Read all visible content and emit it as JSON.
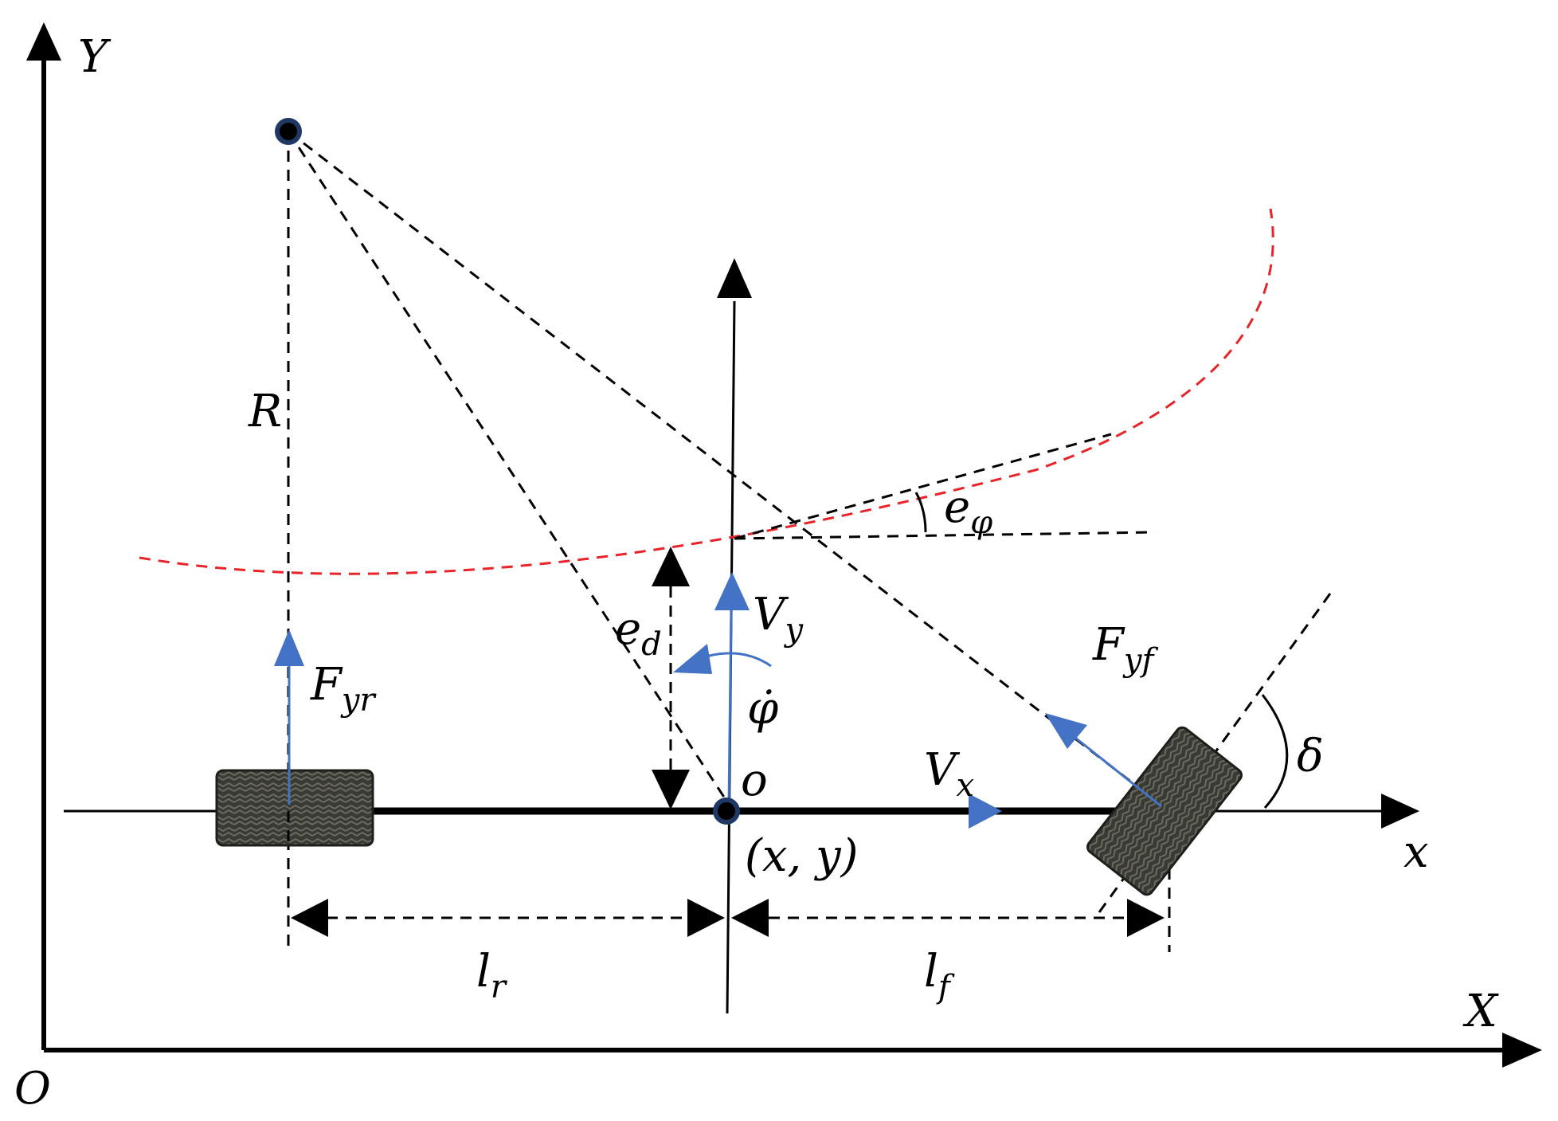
{
  "labels": {
    "Y": "Y",
    "X": "X",
    "O": "O",
    "R": "R",
    "e_phi": "e",
    "e_phi_sub": "φ",
    "e_d": "e",
    "e_d_sub": "d",
    "V_y": "V",
    "V_y_sub": "y",
    "phi_dot": "φ̇",
    "F_yr": "F",
    "F_yr_sub": "yr",
    "F_yf": "F",
    "F_yf_sub": "yf",
    "o": "o",
    "V_x": "V",
    "V_x_sub": "x",
    "coord": "(x, y)",
    "x": "x",
    "delta": "δ",
    "l_r": "l",
    "l_r_sub": "r",
    "l_f": "l",
    "l_f_sub": "f"
  },
  "colors": {
    "path": "#e8242a",
    "velocity": "#4472c4",
    "ink": "#000000",
    "tire": "#3a3a34"
  }
}
